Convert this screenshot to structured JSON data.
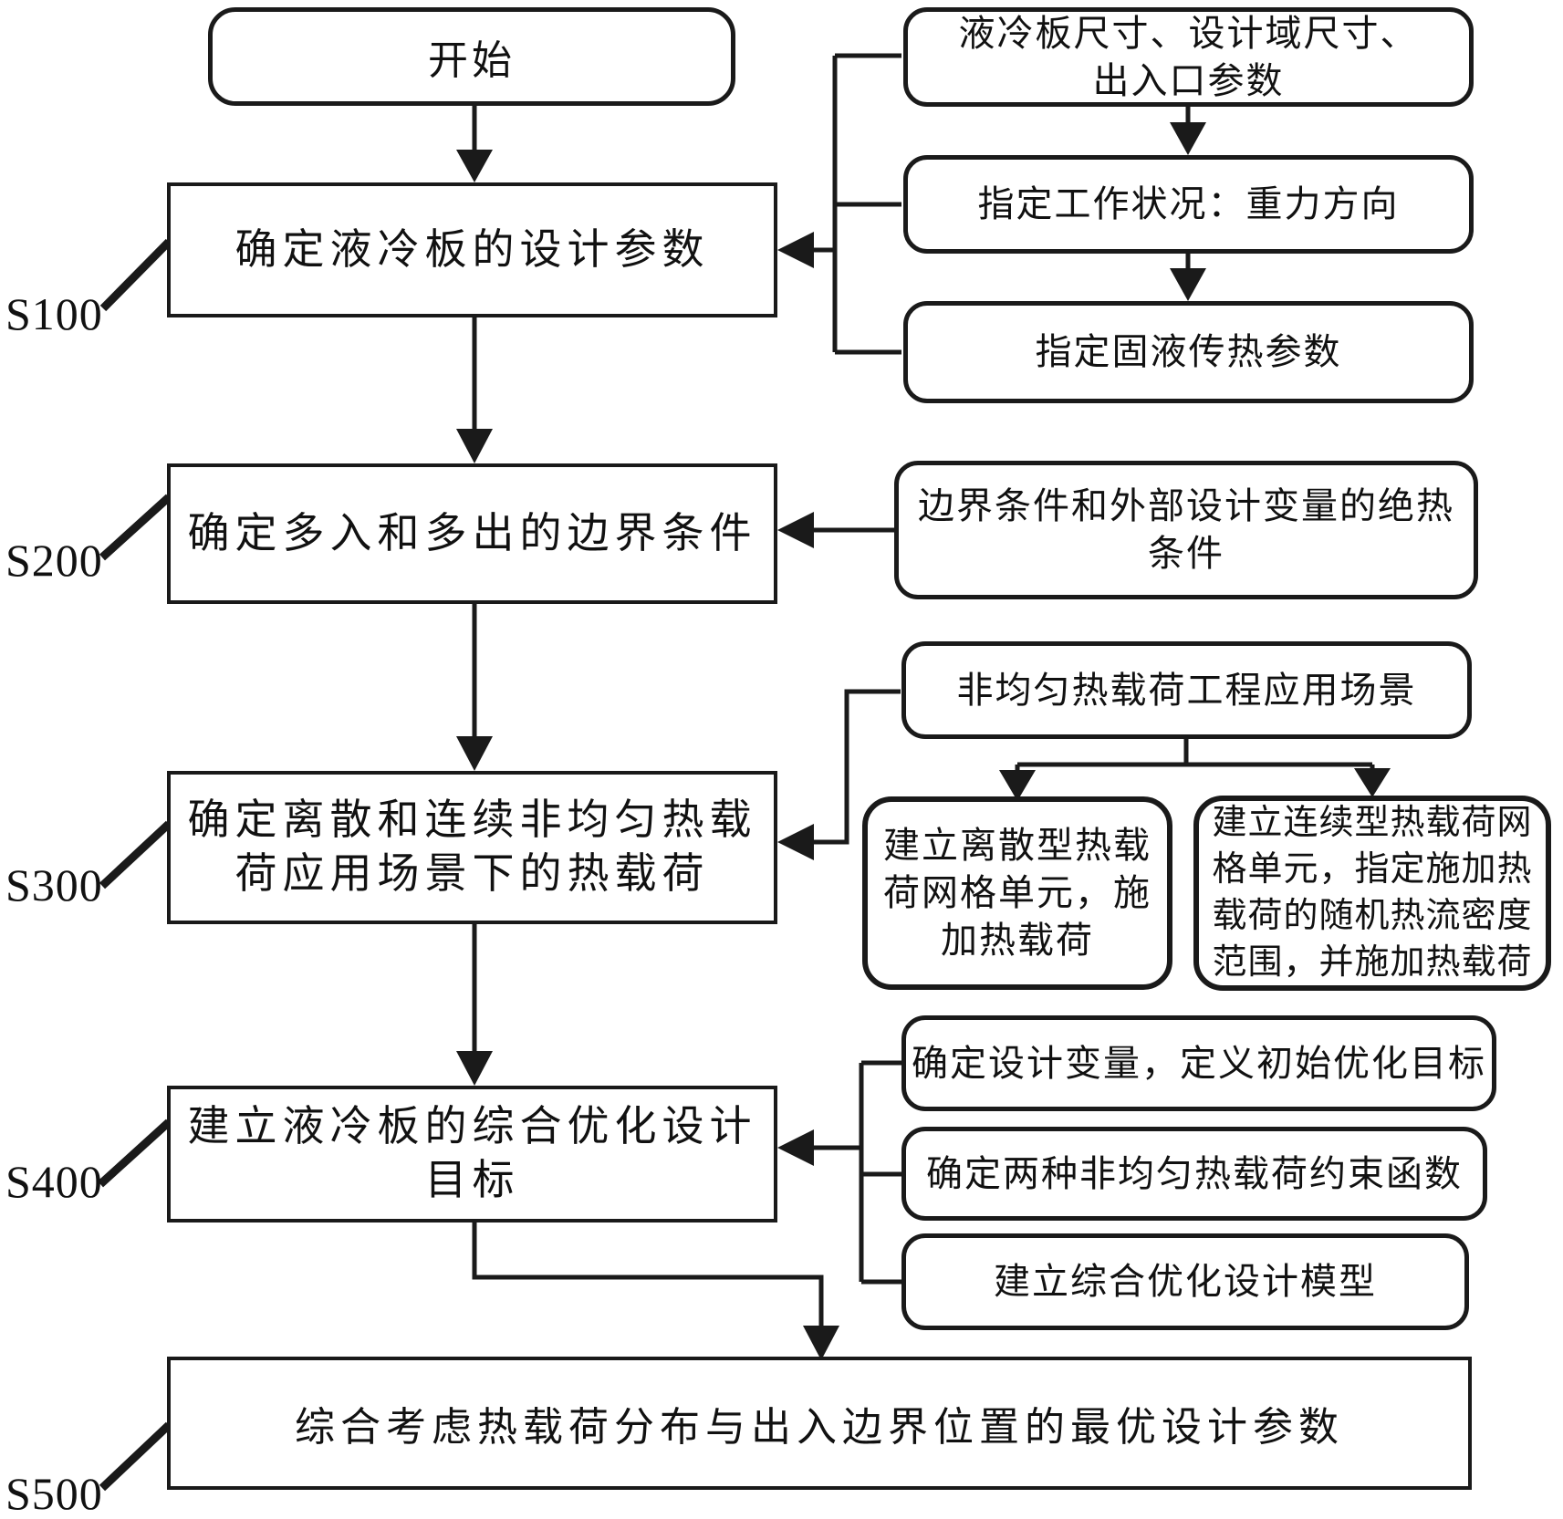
{
  "diagram": {
    "start": "开始",
    "steps": {
      "s100": "确定液冷板的设计参数",
      "s200": "确定多入和多出的边界条件",
      "s300": "确定离散和连续非均匀热载\n荷应用场景下的热载荷",
      "s400": "建立液冷板的综合优化设计\n目标",
      "s500": "综合考虑热载荷分布与出入边界位置的最优设计参数"
    },
    "step_labels": {
      "s100": "S100",
      "s200": "S200",
      "s300": "S300",
      "s400": "S400",
      "s500": "S500"
    },
    "inputs_s100": {
      "dimensions": "液冷板尺寸、设计域尺寸、\n出入口参数",
      "work_condition": "指定工作状况：重力方向",
      "heat_transfer": "指定固液传热参数"
    },
    "inputs_s200": {
      "adiabatic": "边界条件和外部设计变量的绝热\n条件"
    },
    "inputs_s300": {
      "scene": "非均匀热载荷工程应用场景",
      "discrete": "建立离散型热载\n荷网格单元，施\n加热载荷",
      "continuous": "建立连续型热载荷网\n格单元，指定施加热\n载荷的随机热流密度\n范围，并施加热载荷"
    },
    "inputs_s400": {
      "design_variables": "确定设计变量，定义初始优化目标",
      "constraints": "确定两种非均匀热载荷约束函数",
      "model": "建立综合优化设计模型"
    },
    "line_color": "#1a1a1a"
  }
}
